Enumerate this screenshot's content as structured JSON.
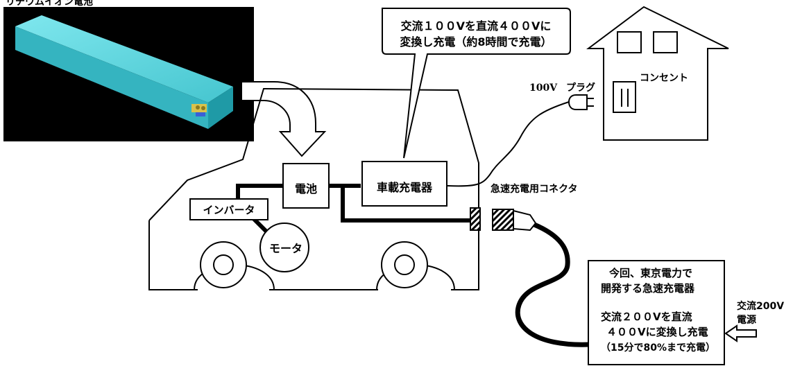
{
  "top_left_caption": "リチウムイオン電池",
  "callout_onboard": {
    "line1": "交流１００Vを直流４００Vに",
    "line2": "変換し充電（約8時間で充電）"
  },
  "plug_voltage": "100V",
  "plug_label": "プラグ",
  "outlet_label": "コンセント",
  "battery_label": "電池",
  "onboard_charger_label": "車載充電器",
  "inverter_label": "インバータ",
  "motor_label": "モータ",
  "quick_connector_label": "急速充電用コネクタ",
  "quick_charger_box": {
    "line1": "今回、東京電力で",
    "line2": "開発する急速充電器",
    "line3": "交流２００Vを直流",
    "line4": "４００Vに変換し充電",
    "line5": "（15分で80%まで充電）"
  },
  "ac_source": {
    "line1": "交流200V",
    "line2": "電源"
  }
}
